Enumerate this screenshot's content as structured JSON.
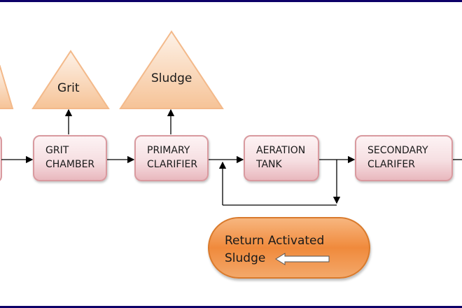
{
  "diagram": {
    "stages": [
      {
        "line1": "GRIT",
        "line2": "CHAMBER"
      },
      {
        "line1": "PRIMARY",
        "line2": "CLARIFIER"
      },
      {
        "line1": "AERATION",
        "line2": "TANK"
      },
      {
        "line1": "SECONDARY",
        "line2": "CLARIFER"
      }
    ],
    "outputs": {
      "grit": "Grit",
      "sludge": "Sludge"
    },
    "recycle": {
      "line1": "Return Activated",
      "line2": "Sludge"
    },
    "colors": {
      "frame": "#0d0068",
      "box_border": "#d99a9f",
      "triangle_fill": "#f9c9a0",
      "pill_fill": "#f08a3c"
    }
  }
}
